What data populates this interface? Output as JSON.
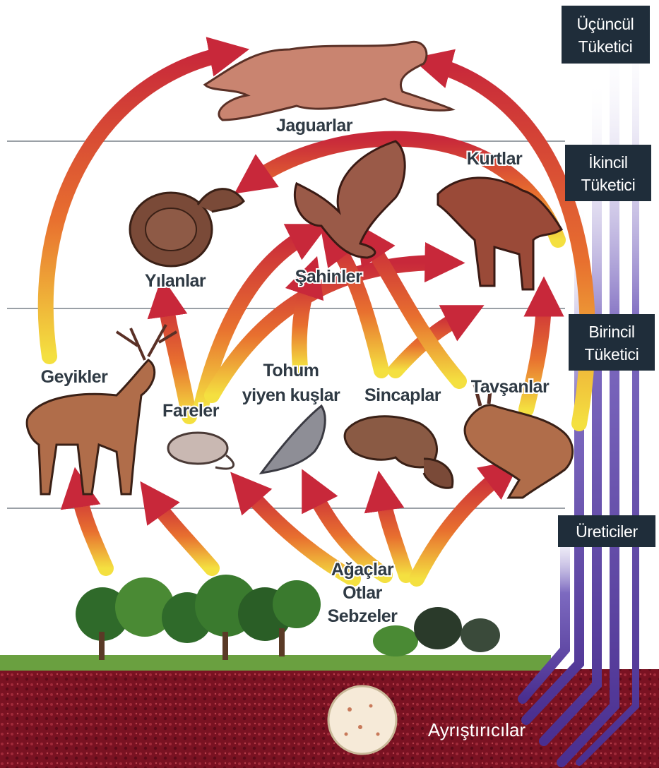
{
  "tiers": {
    "tertiary": [
      "Üçüncül",
      "Tüketici"
    ],
    "secondary": [
      "İkincil",
      "Tüketici"
    ],
    "primary": [
      "Birincil",
      "Tüketici"
    ],
    "producers": "Üreticiler"
  },
  "organisms": {
    "jaguars": "Jaguarlar",
    "wolves": "Kurtlar",
    "snakes": "Yılanlar",
    "hawks": "Şahinler",
    "deer": "Geyikler",
    "mice": "Fareler",
    "seed_birds": [
      "Tohum",
      "yiyen kuşlar"
    ],
    "squirrels": "Sincaplar",
    "rabbits": "Tavşanlar",
    "plants": [
      "Ağaçlar",
      "Otlar",
      "Sebzeler"
    ]
  },
  "decomposers": "Ayrıştırıcılar",
  "colors": {
    "arrow_red": "#c8283a",
    "arrow_yellow": "#f4e040",
    "energy_purple": "#5a3fa0",
    "tier_box": "#1f2d3a",
    "soil": "#7a1222"
  }
}
